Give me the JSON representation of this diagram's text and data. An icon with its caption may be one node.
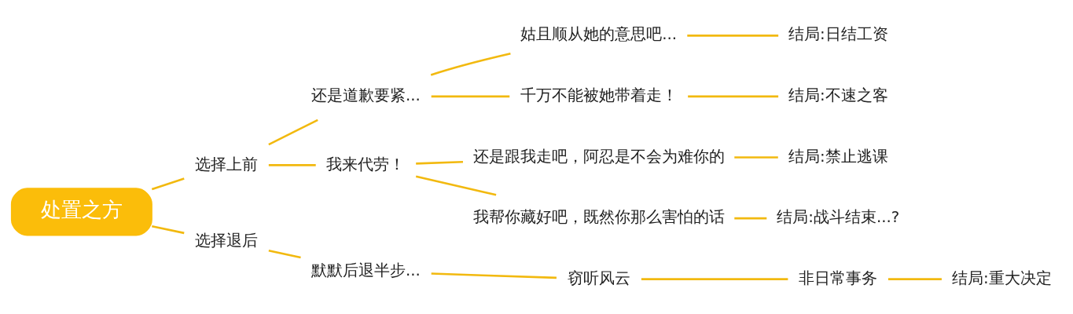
{
  "diagram": {
    "nodes": [
      {
        "text": [
          "处置之方"
        ]
      },
      {
        "text": [
          "选择上前"
        ]
      },
      {
        "text": [
          "还是道歉要紧..."
        ]
      },
      {
        "text": [
          "姑且顺从她的意思吧..."
        ]
      },
      {
        "text": [
          "结局:日结工资"
        ]
      },
      {
        "text": [
          "千万不能被她带着走！"
        ]
      },
      {
        "text": [
          "结局:不速之客"
        ]
      },
      {
        "text": [
          "我来代劳！"
        ]
      },
      {
        "text": [
          "还是跟我走吧，阿忍是不会为难你的"
        ]
      },
      {
        "text": [
          "结局:禁止逃课"
        ]
      },
      {
        "text": [
          "我帮你藏好吧，既然你那么害怕的话"
        ]
      },
      {
        "text": [
          "结局:战斗结束...?"
        ]
      },
      {
        "text": [
          "选择退后"
        ]
      },
      {
        "text": [
          "默默后退半步..."
        ]
      },
      {
        "text": [
          "窃听风云"
        ]
      },
      {
        "text": [
          "非日常事务"
        ]
      },
      {
        "text": [
          "结局:重大决定"
        ]
      }
    ],
    "edges": [
      {
        "from": 0,
        "to": 1,
        "arrow": "none"
      },
      {
        "from": 1,
        "to": 2,
        "arrow": "none"
      },
      {
        "from": 2,
        "to": 3,
        "arrow": "none"
      },
      {
        "from": 3,
        "to": 4,
        "arrow": "none"
      },
      {
        "from": 2,
        "to": 5,
        "arrow": "none"
      },
      {
        "from": 5,
        "to": 6,
        "arrow": "none"
      },
      {
        "from": 1,
        "to": 7,
        "arrow": "none"
      },
      {
        "from": 7,
        "to": 8,
        "arrow": "none"
      },
      {
        "from": 8,
        "to": 9,
        "arrow": "none"
      },
      {
        "from": 7,
        "to": 10,
        "arrow": "none"
      },
      {
        "from": 10,
        "to": 11,
        "arrow": "none"
      },
      {
        "from": 0,
        "to": 12,
        "arrow": "none"
      },
      {
        "from": 12,
        "to": 13,
        "arrow": "none"
      },
      {
        "from": 13,
        "to": 14,
        "arrow": "none"
      },
      {
        "from": 14,
        "to": 15,
        "arrow": "none"
      },
      {
        "from": 15,
        "to": 16,
        "arrow": "none"
      }
    ]
  }
}
